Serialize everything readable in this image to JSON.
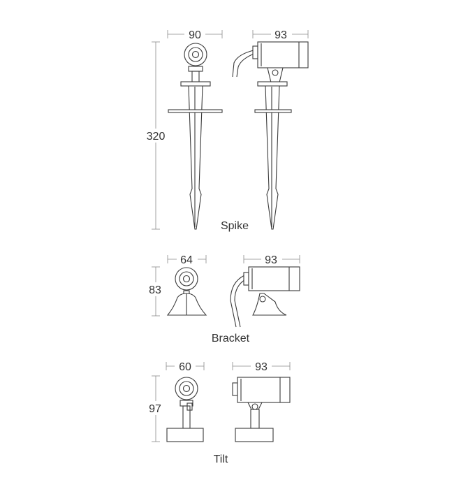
{
  "colors": {
    "line": "#3a3a3a",
    "dimension": "#8a8a8a",
    "text": "#333333",
    "background": "#ffffff"
  },
  "spike": {
    "label": "Spike",
    "width_front": "90",
    "width_side": "93",
    "height": "320"
  },
  "bracket": {
    "label": "Bracket",
    "width_front": "64",
    "width_side": "93",
    "height": "83"
  },
  "tilt": {
    "label": "Tilt",
    "width_front": "60",
    "width_side": "93",
    "height": "97"
  }
}
